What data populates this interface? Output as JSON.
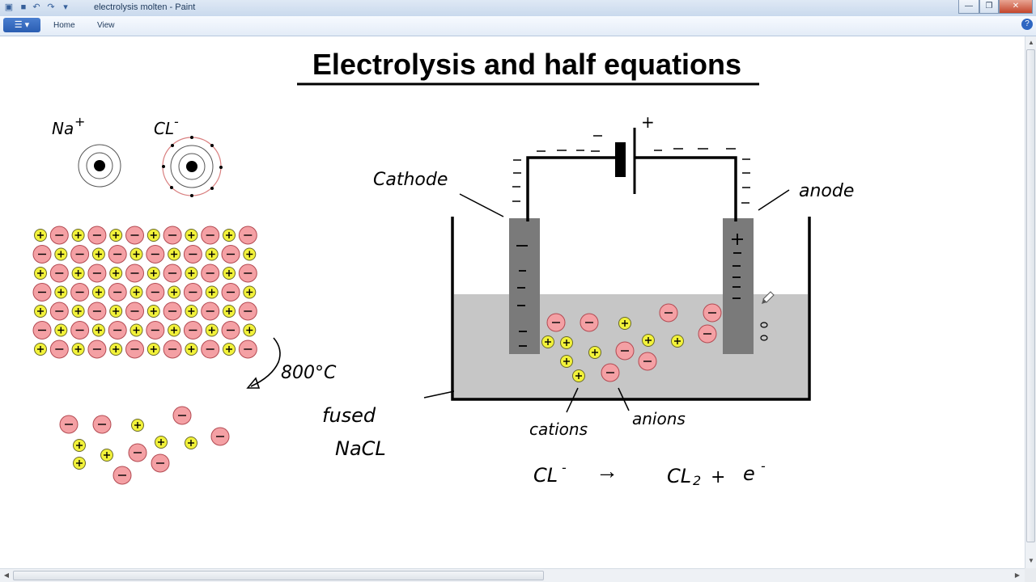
{
  "window": {
    "title": "electrolysis molten - Paint",
    "minimize_glyph": "—",
    "maximize_glyph": "❐",
    "close_glyph": "✕"
  },
  "ribbon": {
    "tabs": [
      "Home",
      "View"
    ],
    "help_glyph": "?"
  },
  "slide": {
    "title": "Electrolysis and half equations",
    "na_label": "Na",
    "na_charge": "+",
    "cl_label": "CL",
    "cl_charge": "-",
    "temperature": "800°C",
    "fused_line1": "fused",
    "fused_line2": "NaCL",
    "cathode_label": "Cathode",
    "anode_label": "anode",
    "cations_label": "cations",
    "anions_label": "anions",
    "battery_plus": "+",
    "equation_left": "CL",
    "equation_left_charge": "-",
    "equation_arrow": "→",
    "equation_right": "CL",
    "equation_right_sub": "2",
    "equation_plus": "+",
    "equation_electron": "e",
    "equation_electron_charge": "-"
  },
  "colors": {
    "anion_fill": "#f4a0a4",
    "cation_fill": "#f2f23a",
    "electrolyte": "#c6c6c6",
    "electrode": "#7a7a7a"
  },
  "icons": [
    "paint-menu-icon",
    "save-icon",
    "undo-icon",
    "redo-icon",
    "help-icon",
    "pencil-cursor-icon"
  ]
}
